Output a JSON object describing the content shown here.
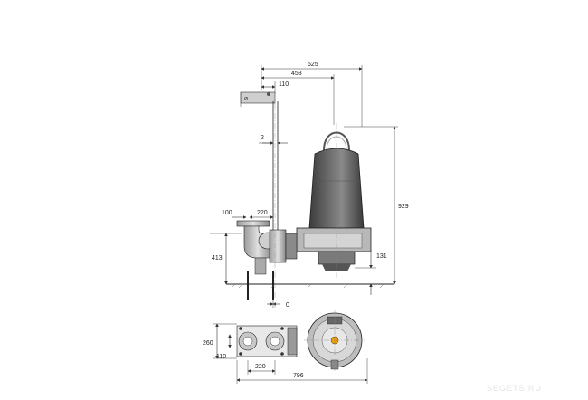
{
  "drawing": {
    "dimensions": {
      "overall_width_top": "625",
      "center_offset": "453",
      "guide_offset": "110",
      "rail_top": "Ø",
      "rail_gap": "2",
      "flange_left": "100",
      "flange_right": "220",
      "total_height": "929",
      "base_height": "413",
      "clearance": "131",
      "zero": "0",
      "plan_width": "260",
      "plan_inner": "110",
      "plan_spacing": "220",
      "plan_total": "796"
    },
    "watermark": "SEGETS.RU"
  }
}
